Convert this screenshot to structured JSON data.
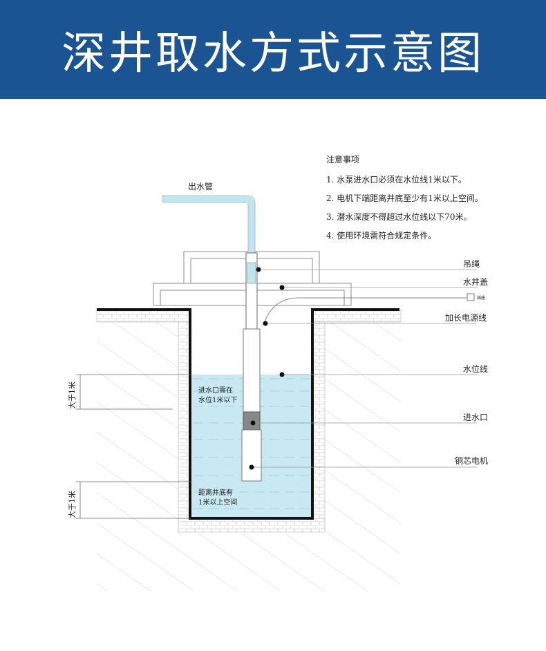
{
  "title": "深井取水方式示意图",
  "notes": {
    "heading": "注意事项",
    "items": [
      "1. 水泵进水口必须在水位线1米以下。",
      "2. 电机下端距离井底至少有1米以上空间。",
      "3. 潜水深度不得超过水位线以下70米。",
      "4. 使用环境需符合规定条件。"
    ]
  },
  "labels": {
    "outlet_pipe": "出水管",
    "rope": "吊绳",
    "well_cover": "水井盖",
    "socket": "插座",
    "power_cord": "加长电源线",
    "water_line": "水位线",
    "intake": "进水口",
    "motor": "铜芯电机",
    "intake_note_1": "进水口需在",
    "intake_note_2": "水位1米以下",
    "bottom_note_1": "距离井底有",
    "bottom_note_2": "1米以上空间",
    "dim_top": "大于1米",
    "dim_bottom": "大于1米"
  },
  "colors": {
    "header": "#1b5493",
    "water": "#c8e8f2",
    "pipe": "#bfe6ef"
  }
}
